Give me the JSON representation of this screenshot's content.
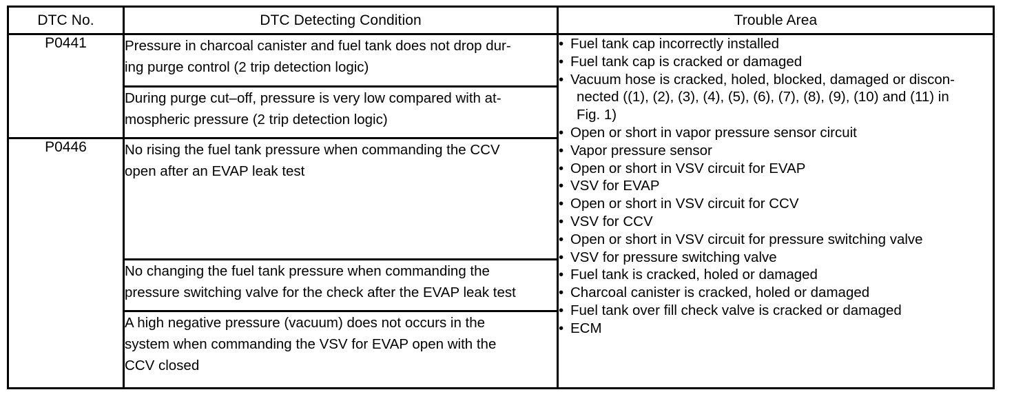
{
  "table": {
    "headers": [
      {
        "label": "DTC No."
      },
      {
        "label": "DTC Detecting Condition"
      },
      {
        "label": "Trouble Area"
      }
    ],
    "groups": [
      {
        "dtc": "P0441",
        "conditions": [
          {
            "lines": [
              "Pressure in charcoal canister and fuel tank does not drop dur-",
              "ing purge control (2 trip detection logic)"
            ]
          },
          {
            "lines": [
              "During purge cut–off, pressure is very low compared with at-",
              "mospheric pressure (2 trip detection logic)"
            ]
          }
        ]
      },
      {
        "dtc": "P0446",
        "conditions": [
          {
            "lines": [
              "No rising the fuel tank pressure when commanding the CCV",
              "open after an EVAP leak test"
            ]
          },
          {
            "lines": [
              "No changing the fuel tank pressure when commanding the",
              "pressure switching valve for the check after the EVAP leak test"
            ]
          },
          {
            "lines": [
              "A high negative pressure (vacuum) does not occurs in the",
              "system when commanding the VSV for EVAP open with the",
              "CCV closed"
            ]
          }
        ]
      }
    ],
    "trouble_area": {
      "bullet_glyph": "•",
      "items": [
        {
          "text": "Fuel tank cap incorrectly installed",
          "continuations": []
        },
        {
          "text": "Fuel tank cap is cracked or damaged",
          "continuations": []
        },
        {
          "text": "Vacuum hose is cracked, holed, blocked, damaged or discon-",
          "continuations": [
            "nected ((1), (2), (3), (4), (5), (6), (7), (8), (9), (10) and (11) in",
            "Fig. 1)"
          ]
        },
        {
          "text": "Open or short in vapor pressure sensor circuit",
          "continuations": []
        },
        {
          "text": "Vapor pressure sensor",
          "continuations": []
        },
        {
          "text": "Open or short in VSV circuit for EVAP",
          "continuations": []
        },
        {
          "text": "VSV for EVAP",
          "continuations": []
        },
        {
          "text": "Open or short in VSV circuit for CCV",
          "continuations": []
        },
        {
          "text": "VSV for CCV",
          "continuations": []
        },
        {
          "text": "Open or short in VSV circuit for pressure switching valve",
          "continuations": []
        },
        {
          "text": "VSV for pressure switching valve",
          "continuations": []
        },
        {
          "text": "Fuel tank is cracked, holed or damaged",
          "continuations": []
        },
        {
          "text": "Charcoal canister is cracked, holed or damaged",
          "continuations": []
        },
        {
          "text": "Fuel tank over fill check valve is cracked or damaged",
          "continuations": []
        },
        {
          "text": "ECM",
          "continuations": []
        }
      ]
    }
  },
  "colors": {
    "border": "#000000",
    "text": "#000000",
    "background": "#ffffff"
  }
}
